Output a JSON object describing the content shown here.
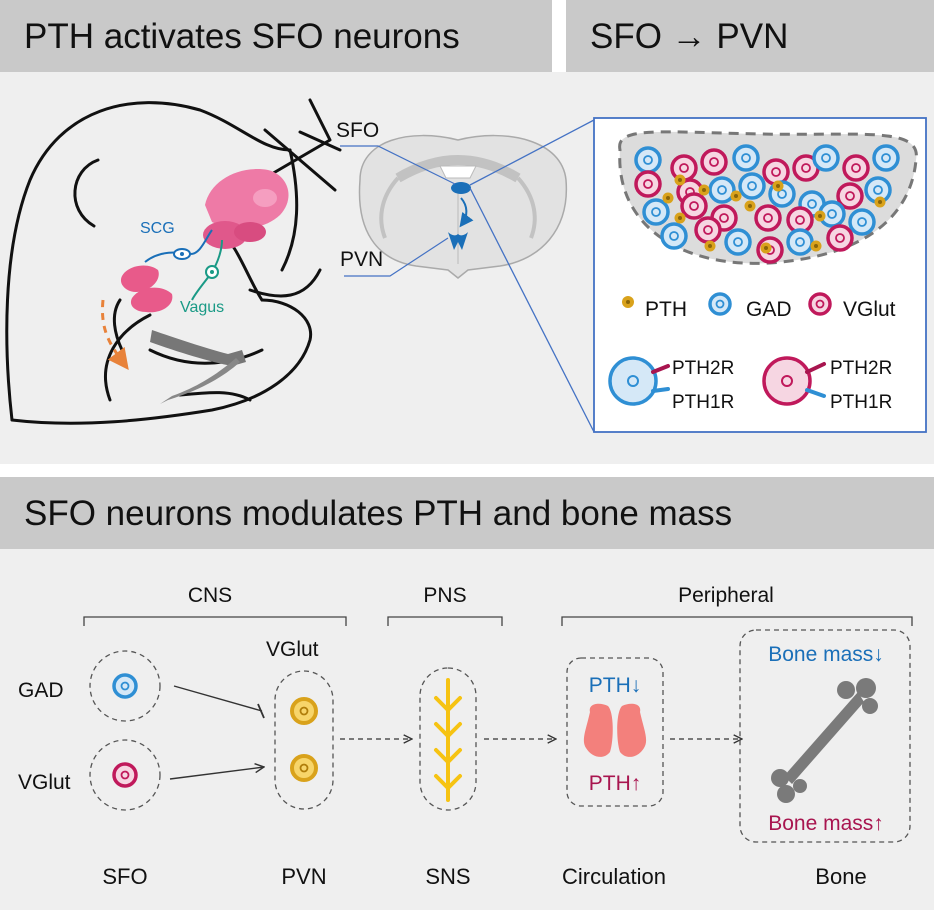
{
  "headers": {
    "left": "PTH activates SFO neurons",
    "right": "SFO → PVN",
    "bottom": "SFO neurons modulates PTH and bone mass"
  },
  "mouse": {
    "scg": "SCG",
    "vagus": "Vagus"
  },
  "brain": {
    "sfo": "SFO",
    "pvn": "PVN"
  },
  "inset_legend": {
    "pth": "PTH",
    "gad": "GAD",
    "vglut": "VGlut",
    "pth2r": "PTH2R",
    "pth1r": "PTH1R"
  },
  "pathway": {
    "cns": "CNS",
    "pns": "PNS",
    "peripheral": "Peripheral",
    "gad": "GAD",
    "vglut_sfo": "VGlut",
    "vglut_pvn": "VGlut",
    "pth_down": "PTH↓",
    "pth_up": "PTH↑",
    "bone_down": "Bone mass↓",
    "bone_up": "Bone mass↑",
    "sfo": "SFO",
    "pvn": "PVN",
    "sns": "SNS",
    "circulation": "Circulation",
    "bone": "Bone"
  },
  "colors": {
    "header_bg": "#c9c9c9",
    "panel_bg": "#efefef",
    "gad_blue": "#2f8fd4",
    "vglut_red": "#c0195b",
    "pth_gold": "#d9a21b",
    "sns_yellow": "#f6c312",
    "parathyroid_pink": "#f3807c",
    "text_blue": "#1a6fb8",
    "text_red": "#a8154f",
    "vagus_green": "#1a9a86",
    "border_blue": "#4472c4"
  }
}
